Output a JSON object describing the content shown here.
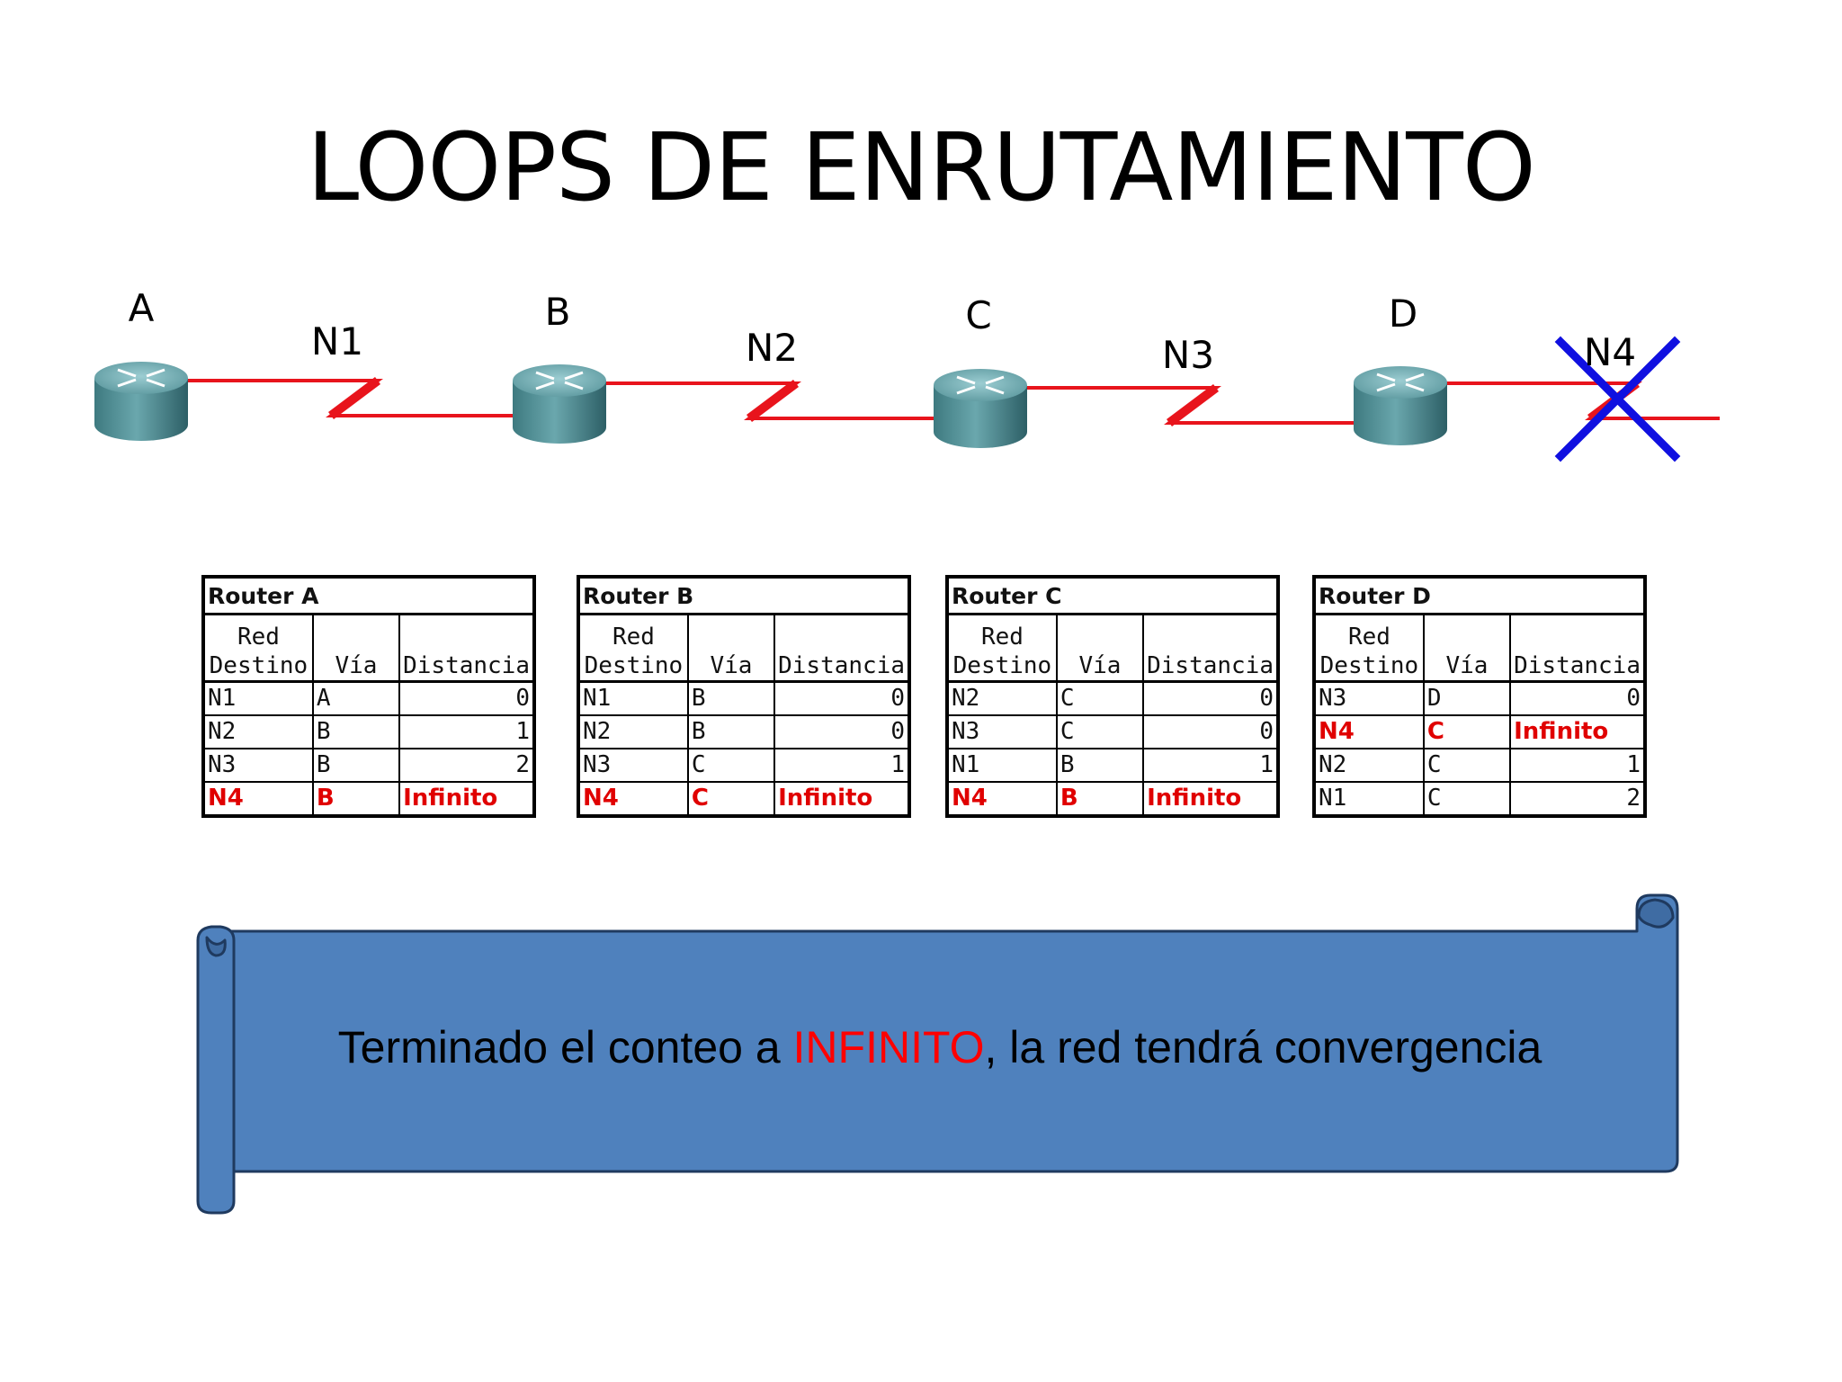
{
  "title": "LOOPS DE ENRUTAMIENTO",
  "topology": {
    "routers": [
      "A",
      "B",
      "C",
      "D"
    ],
    "networks": [
      "N1",
      "N2",
      "N3",
      "N4"
    ],
    "failed_network": "N4",
    "link_color": "#e8141c",
    "failure_mark_color": "#1010e0"
  },
  "tables": [
    {
      "title": "Router A",
      "headers": {
        "red_line1": "Red",
        "red_line2": "Destino",
        "via": "Vía",
        "distancia": "Distancia"
      },
      "rows": [
        {
          "red": "N1",
          "via": "A",
          "dist": "0",
          "highlight": false
        },
        {
          "red": "N2",
          "via": "B",
          "dist": "1",
          "highlight": false
        },
        {
          "red": "N3",
          "via": "B",
          "dist": "2",
          "highlight": false
        },
        {
          "red": "N4",
          "via": "B",
          "dist": "Infinito",
          "highlight": true
        }
      ]
    },
    {
      "title": "Router B",
      "headers": {
        "red_line1": "Red",
        "red_line2": "Destino",
        "via": "Vía",
        "distancia": "Distancia"
      },
      "rows": [
        {
          "red": "N1",
          "via": "B",
          "dist": "0",
          "highlight": false
        },
        {
          "red": "N2",
          "via": "B",
          "dist": "0",
          "highlight": false
        },
        {
          "red": "N3",
          "via": "C",
          "dist": "1",
          "highlight": false
        },
        {
          "red": "N4",
          "via": "C",
          "dist": "Infinito",
          "highlight": true
        }
      ]
    },
    {
      "title": "Router C",
      "headers": {
        "red_line1": "Red",
        "red_line2": "Destino",
        "via": "Vía",
        "distancia": "Distancia"
      },
      "rows": [
        {
          "red": "N2",
          "via": "C",
          "dist": "0",
          "highlight": false
        },
        {
          "red": "N3",
          "via": "C",
          "dist": "0",
          "highlight": false
        },
        {
          "red": "N1",
          "via": "B",
          "dist": "1",
          "highlight": false
        },
        {
          "red": "N4",
          "via": "B",
          "dist": "Infinito",
          "highlight": true
        }
      ]
    },
    {
      "title": "Router D",
      "headers": {
        "red_line1": "Red",
        "red_line2": "Destino",
        "via": "Vía",
        "distancia": "Distancia"
      },
      "rows": [
        {
          "red": "N3",
          "via": "D",
          "dist": "0",
          "highlight": false
        },
        {
          "red": "N4",
          "via": "C",
          "dist": "Infinito",
          "highlight": true
        },
        {
          "red": "N2",
          "via": "C",
          "dist": "1",
          "highlight": false
        },
        {
          "red": "N1",
          "via": "C",
          "dist": "2",
          "highlight": false
        }
      ]
    }
  ],
  "banner": {
    "text_before": "Terminado el  conteo a ",
    "text_highlight": "INFINITO",
    "text_after": ", la red tendrá convergencia",
    "fill_color": "#4f81bd",
    "highlight_color": "#ff0000"
  }
}
